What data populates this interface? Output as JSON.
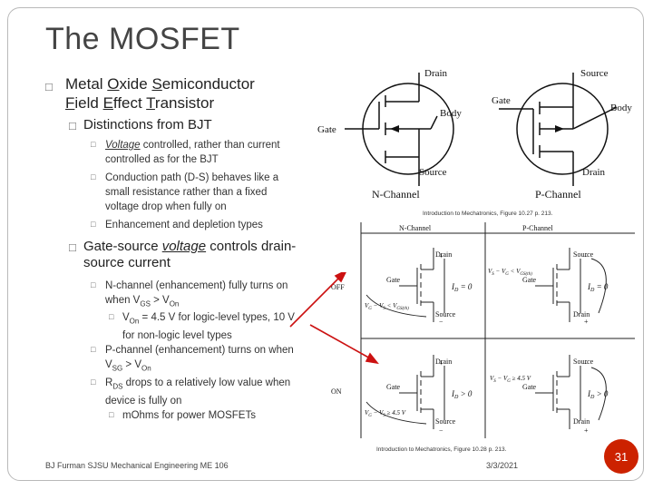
{
  "slide": {
    "title": "The MOSFET",
    "bullet1": {
      "pre": "Metal ",
      "a": "O",
      "b": "xide ",
      "c": "S",
      "d": "emiconductor",
      "e": "F",
      "f": "ield ",
      "g": "E",
      "h": "ffect ",
      "i": "T",
      "j": "ransistor"
    },
    "sub1": "Distinctions from BJT",
    "sub1_items": [
      {
        "em": "Voltage",
        "rest": " controlled, rather than current",
        "line2": "controlled as for the BJT"
      },
      {
        "line1": "Conduction path (D-S) behaves like a",
        "line2": "small resistance rather than a fixed",
        "line3": "voltage drop when fully on"
      },
      {
        "line1": "Enhancement and depletion types"
      }
    ],
    "sub2": {
      "pre": "Gate-source ",
      "em": "voltage",
      "post": " controls drain-",
      "line2": "source current"
    },
    "sub2_items": [
      {
        "line1": "N-channel (enhancement) fully turns on",
        "line2_pre": "when V",
        "line2_sub1": "GS",
        "line2_mid": " > V",
        "line2_sub2": "On"
      },
      {
        "pre": "V",
        "sub": "On",
        "post": " = 4.5 V for logic-level types, 10 V",
        "line2": "for non-logic level types"
      },
      {
        "line1": "P-channel (enhancement) turns on when",
        "line2_pre": "V",
        "line2_sub1": "SG",
        "line2_mid": " > V",
        "line2_sub2": "On"
      },
      {
        "pre": "R",
        "sub": "DS",
        "post": " drops to a relatively low value when",
        "line2": "device is fully on"
      },
      {
        "text": "mOhms for power MOSFETs"
      }
    ],
    "bullet_glyph": "□",
    "small_bullet_glyph": "□"
  },
  "figure1": {
    "caption": "Introduction to Mechatronics, Figure 10.27 p. 213.",
    "n_drain": "Drain",
    "n_gate": "Gate",
    "n_body": "Body",
    "n_source": "Source",
    "p_source": "Source",
    "p_gate": "Gate",
    "p_body": "Body",
    "p_drain": "Drain",
    "n_label": "N-Channel",
    "p_label": "P-Channel"
  },
  "figure2": {
    "caption": "Introduction to Mechatronics, Figure 10.28 p. 213.",
    "n_head": "N-Channel",
    "p_head": "P-Channel",
    "off": "OFF",
    "on": "ON",
    "n_off_drain": "Drain",
    "n_off_gate": "Gate",
    "n_off_source": "Source",
    "n_off_id": "I",
    "n_off_id_sub": "D",
    "n_off_id_val": " = 0",
    "n_off_vg": "V",
    "n_off_vg_sub": "G",
    "n_off_vg_mid": " − V",
    "n_off_vg_sub2": "S",
    "n_off_vg_end": " < V",
    "n_off_vg_sub3": "GS(th)",
    "p_off_source": "Source",
    "p_off_gate": "Gate",
    "p_off_drain": "Drain",
    "p_off_id": "I",
    "p_off_id_sub": "D",
    "p_off_id_val": " = 0",
    "p_off_vs": "V",
    "p_off_vs_sub": "S",
    "p_off_vs_mid": " − V",
    "p_off_vs_sub2": "G",
    "p_off_vs_end": " < V",
    "p_off_vs_sub3": "GS(th)",
    "n_on_drain": "Drain",
    "n_on_gate": "Gate",
    "n_on_source": "Source",
    "n_on_id": "I",
    "n_on_id_sub": "D",
    "n_on_id_val": " > 0",
    "n_on_vg": "V",
    "n_on_vg_sub": "G",
    "n_on_vg_mid": " − V",
    "n_on_vg_sub2": "S",
    "n_on_vg_end": " ≥ 4.5 V",
    "p_on_source": "Source",
    "p_on_gate": "Gate",
    "p_on_drain": "Drain",
    "p_on_id": "I",
    "p_on_id_sub": "D",
    "p_on_id_val": " > 0",
    "p_on_vs": "V",
    "p_on_vs_sub": "S",
    "p_on_vs_mid": " − V",
    "p_on_vs_sub2": "G",
    "p_on_vs_end": " ≥ 4.5 V",
    "plus": "+",
    "minus": "−"
  },
  "footer": {
    "left": "BJ Furman SJSU Mechanical Engineering ME 106",
    "date": "3/3/2021",
    "page": "31"
  },
  "colors": {
    "accent": "#cc2200",
    "arrow": "#cc1111"
  }
}
